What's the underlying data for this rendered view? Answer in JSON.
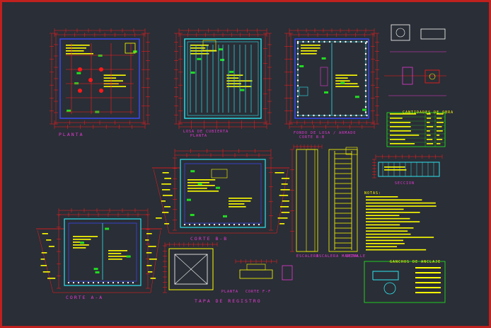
{
  "drawing": {
    "planta_label": "PLANTA",
    "losa_label": "LOSA DE CUBIERTA",
    "planta2_label": "PLANTA",
    "fondo_label": "FONDO DE LOSA / ARMADO",
    "corte_label": "CORTE B-B",
    "corte_a_label": "CORTE A-A",
    "corte_b_label": "CORTE B-B",
    "tapa_label": "TAPA DE REGISTRO",
    "planta3_label": "PLANTA",
    "corte_f_label": "CORTE F-F",
    "escalera_label": "ESCALERA",
    "escalera2_label": "ESCALERA MARINA",
    "detalle_label": "DETALLE",
    "table_title": "CANTIDADES DE OBRA",
    "notas_label": "NOTAS:",
    "ganchos_title": "GANCHOS DE ANCLAJE",
    "seccion_label": "SECCION"
  },
  "colors": {
    "background": "#2a2e36",
    "border": "#c0201e",
    "dimension": "#ff1a1a",
    "text": "#ffff00",
    "rebar": "#2ee6f0",
    "magenta": "#e83ad8",
    "green": "#22dd22",
    "blue": "#3a4dff",
    "white": "#ffffff"
  }
}
